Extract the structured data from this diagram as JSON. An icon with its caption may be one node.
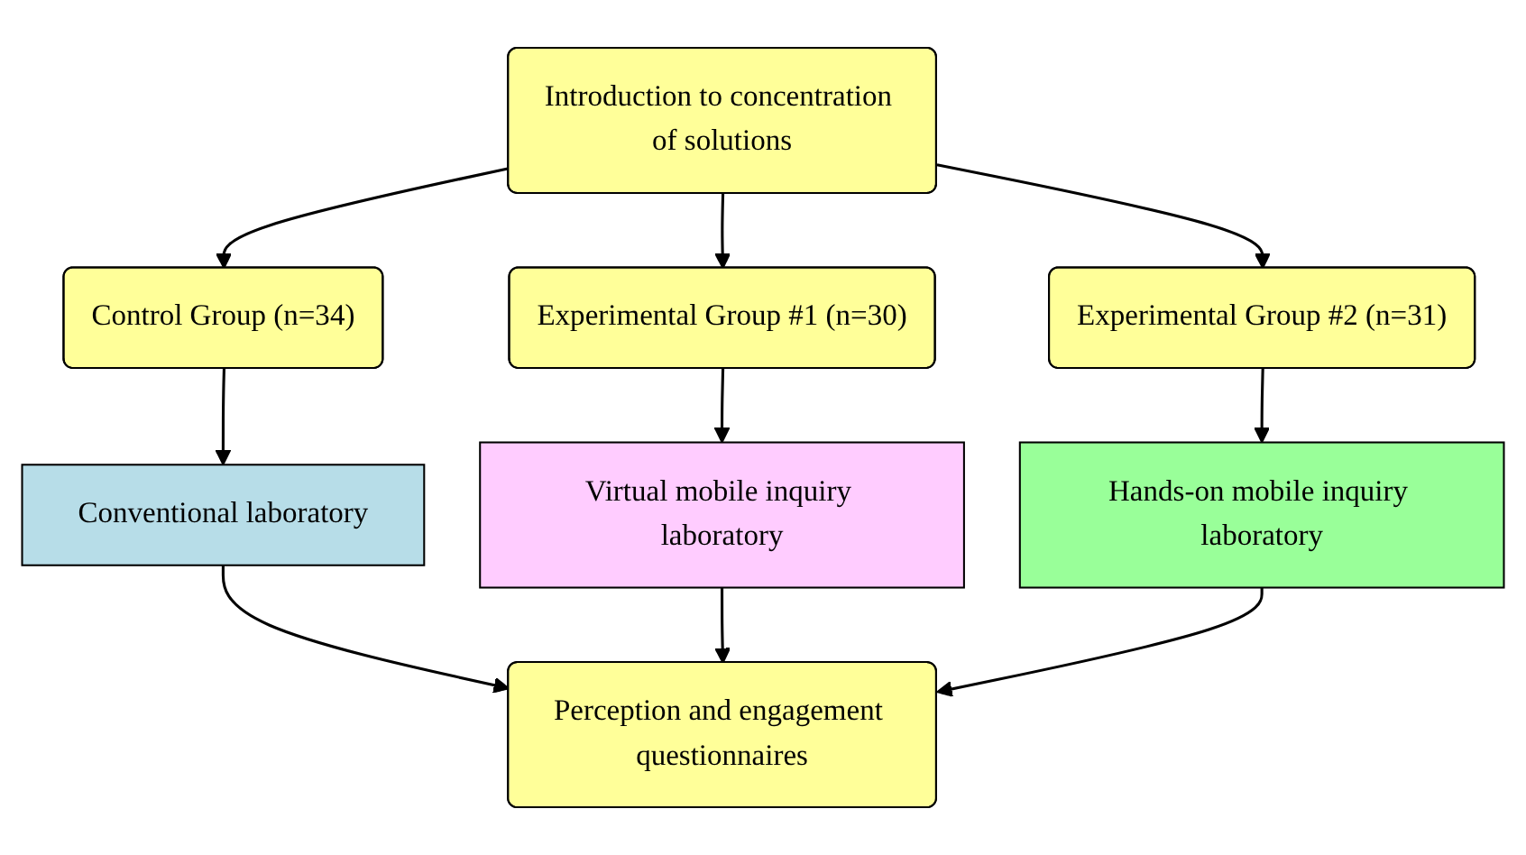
{
  "diagram": {
    "nodes": [
      {
        "text": [
          "Introduction to concentration of solutions"
        ]
      },
      {
        "text": [
          "Control Group (n=34)"
        ]
      },
      {
        "text": [
          "Experimental Group #1 (n=30)"
        ]
      },
      {
        "text": [
          "Experimental Group #2 (n=31)"
        ]
      },
      {
        "text": [
          "Conventional laboratory"
        ]
      },
      {
        "text": [
          "Virtual mobile inquiry laboratory"
        ]
      },
      {
        "text": [
          "Hands-on mobile inquiry laboratory"
        ]
      },
      {
        "text": [
          "Perception and engagement questionnaires"
        ]
      }
    ],
    "edges": [
      {
        "from": 0,
        "to": 1,
        "arrow": "to"
      },
      {
        "from": 0,
        "to": 2,
        "arrow": "to"
      },
      {
        "from": 0,
        "to": 3,
        "arrow": "to"
      },
      {
        "from": 1,
        "to": 4,
        "arrow": "to"
      },
      {
        "from": 2,
        "to": 5,
        "arrow": "to"
      },
      {
        "from": 3,
        "to": 6,
        "arrow": "to"
      },
      {
        "from": 4,
        "to": 7,
        "arrow": "to"
      },
      {
        "from": 5,
        "to": 7,
        "arrow": "to"
      },
      {
        "from": 6,
        "to": 7,
        "arrow": "to"
      }
    ]
  }
}
